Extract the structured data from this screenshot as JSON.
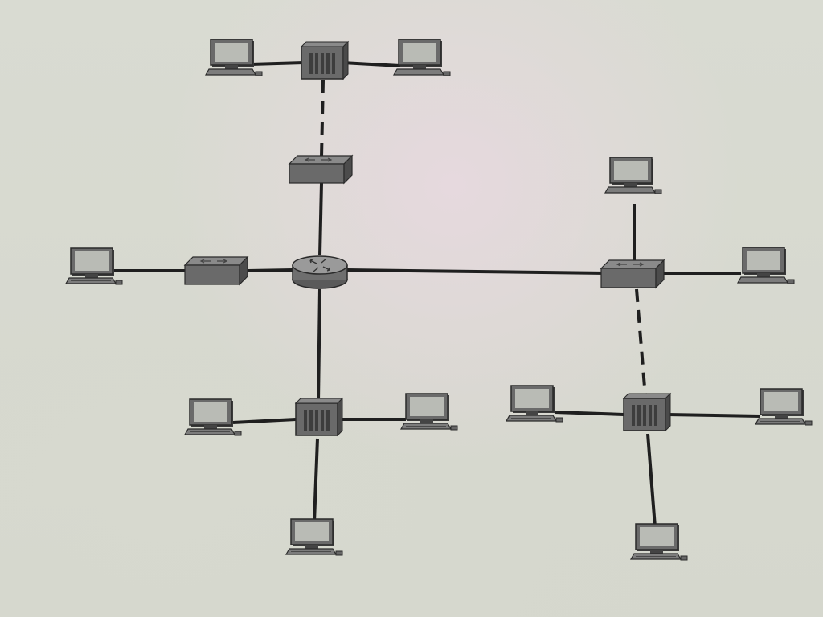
{
  "diagram": {
    "nodes": [
      {
        "id": "router-center",
        "kind": "router",
        "icon": "router-icon"
      },
      {
        "id": "switch-upper",
        "kind": "switch",
        "icon": "switch-icon"
      },
      {
        "id": "switch-left",
        "kind": "switch",
        "icon": "switch-icon"
      },
      {
        "id": "switch-right",
        "kind": "switch",
        "icon": "switch-icon"
      },
      {
        "id": "hub-top",
        "kind": "hub",
        "icon": "hub-icon"
      },
      {
        "id": "hub-bottom-left",
        "kind": "hub",
        "icon": "hub-icon"
      },
      {
        "id": "hub-bottom-right",
        "kind": "hub",
        "icon": "hub-icon"
      },
      {
        "id": "pc-top-left",
        "kind": "computer",
        "icon": "computer-icon"
      },
      {
        "id": "pc-top-right",
        "kind": "computer",
        "icon": "computer-icon"
      },
      {
        "id": "pc-left",
        "kind": "computer",
        "icon": "computer-icon"
      },
      {
        "id": "pc-right-top",
        "kind": "computer",
        "icon": "computer-icon"
      },
      {
        "id": "pc-right",
        "kind": "computer",
        "icon": "computer-icon"
      },
      {
        "id": "pc-bl-left",
        "kind": "computer",
        "icon": "computer-icon"
      },
      {
        "id": "pc-bl-right",
        "kind": "computer",
        "icon": "computer-icon"
      },
      {
        "id": "pc-bl-bottom",
        "kind": "computer",
        "icon": "computer-icon"
      },
      {
        "id": "pc-br-left",
        "kind": "computer",
        "icon": "computer-icon"
      },
      {
        "id": "pc-br-right",
        "kind": "computer",
        "icon": "computer-icon"
      },
      {
        "id": "pc-br-bottom",
        "kind": "computer",
        "icon": "computer-icon"
      }
    ],
    "links": [
      {
        "from": "pc-top-left",
        "to": "hub-top",
        "style": "solid"
      },
      {
        "from": "hub-top",
        "to": "pc-top-right",
        "style": "solid"
      },
      {
        "from": "hub-top",
        "to": "switch-upper",
        "style": "dashed"
      },
      {
        "from": "switch-upper",
        "to": "router-center",
        "style": "solid"
      },
      {
        "from": "pc-left",
        "to": "switch-left",
        "style": "solid"
      },
      {
        "from": "switch-left",
        "to": "router-center",
        "style": "solid"
      },
      {
        "from": "router-center",
        "to": "switch-right",
        "style": "solid"
      },
      {
        "from": "switch-right",
        "to": "pc-right",
        "style": "solid"
      },
      {
        "from": "pc-right-top",
        "to": "switch-right",
        "style": "solid"
      },
      {
        "from": "switch-right",
        "to": "hub-bottom-right",
        "style": "dashed"
      },
      {
        "from": "router-center",
        "to": "hub-bottom-left",
        "style": "solid"
      },
      {
        "from": "pc-bl-left",
        "to": "hub-bottom-left",
        "style": "solid"
      },
      {
        "from": "hub-bottom-left",
        "to": "pc-bl-right",
        "style": "solid"
      },
      {
        "from": "hub-bottom-left",
        "to": "pc-bl-bottom",
        "style": "solid"
      },
      {
        "from": "pc-br-left",
        "to": "hub-bottom-right",
        "style": "solid"
      },
      {
        "from": "hub-bottom-right",
        "to": "pc-br-right",
        "style": "solid"
      },
      {
        "from": "hub-bottom-right",
        "to": "pc-br-bottom",
        "style": "solid"
      }
    ]
  }
}
